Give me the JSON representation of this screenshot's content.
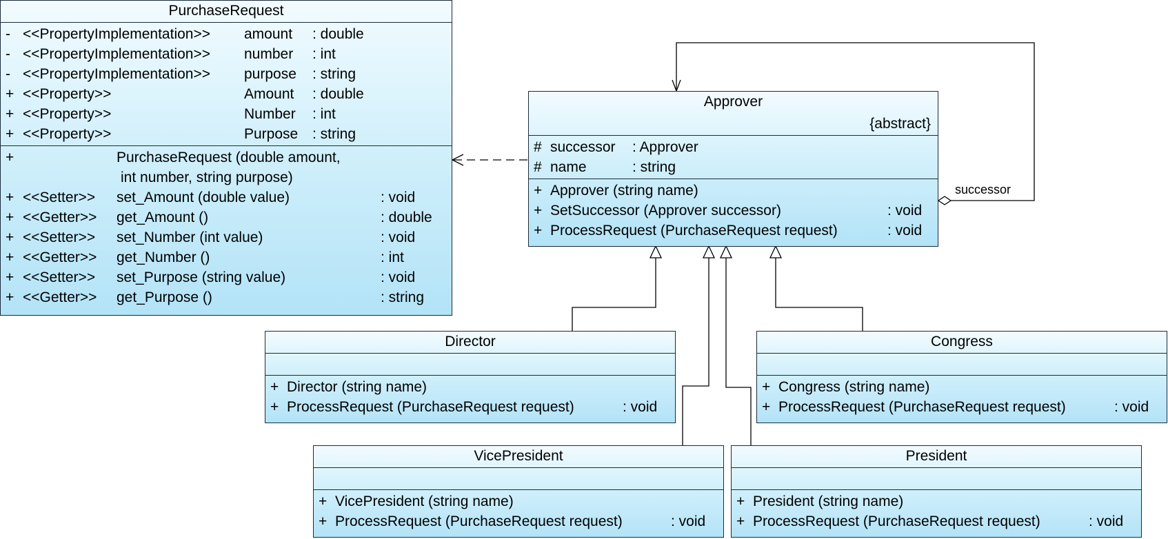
{
  "purchase_request": {
    "name": "PurchaseRequest",
    "attributes": [
      {
        "vis": "-",
        "stereo": "<<PropertyImplementation>>",
        "name": "amount",
        "type": ": double"
      },
      {
        "vis": "-",
        "stereo": "<<PropertyImplementation>>",
        "name": "number",
        "type": ": int"
      },
      {
        "vis": "-",
        "stereo": "<<PropertyImplementation>>",
        "name": "purpose",
        "type": ": string"
      },
      {
        "vis": "+",
        "stereo": "<<Property>>",
        "name": "Amount",
        "type": ": double"
      },
      {
        "vis": "+",
        "stereo": "<<Property>>",
        "name": "Number",
        "type": ": int"
      },
      {
        "vis": "+",
        "stereo": "<<Property>>",
        "name": "Purpose",
        "type": ": string"
      }
    ],
    "constructor": {
      "vis": "+",
      "line1": "PurchaseRequest (double amount,",
      "line2": "int number, string purpose)"
    },
    "methods": [
      {
        "vis": "+",
        "stereo": "<<Setter>>",
        "sig": "set_Amount (double value)",
        "ret": ": void"
      },
      {
        "vis": "+",
        "stereo": "<<Getter>>",
        "sig": "get_Amount ()",
        "ret": ": double"
      },
      {
        "vis": "+",
        "stereo": "<<Setter>>",
        "sig": "set_Number (int value)",
        "ret": ": void"
      },
      {
        "vis": "+",
        "stereo": "<<Getter>>",
        "sig": "get_Number ()",
        "ret": ": int"
      },
      {
        "vis": "+",
        "stereo": "<<Setter>>",
        "sig": "set_Purpose (string value)",
        "ret": ": void"
      },
      {
        "vis": "+",
        "stereo": "<<Getter>>",
        "sig": "get_Purpose ()",
        "ret": ": string"
      }
    ]
  },
  "approver": {
    "name": "Approver",
    "modifier": "{abstract}",
    "attributes": [
      {
        "vis": "#",
        "name": "successor",
        "type": ": Approver"
      },
      {
        "vis": "#",
        "name": "name",
        "type": ": string"
      }
    ],
    "methods": [
      {
        "vis": "+",
        "sig": "Approver (string name)",
        "ret": ""
      },
      {
        "vis": "+",
        "sig": "SetSuccessor (Approver successor)",
        "ret": ": void"
      },
      {
        "vis": "+",
        "sig": "ProcessRequest (PurchaseRequest request)",
        "ret": ": void"
      }
    ],
    "self_association_role": "successor"
  },
  "director": {
    "name": "Director",
    "methods": [
      {
        "vis": "+",
        "sig": "Director (string name)",
        "ret": ""
      },
      {
        "vis": "+",
        "sig": "ProcessRequest (PurchaseRequest request)",
        "ret": ": void"
      }
    ]
  },
  "congress": {
    "name": "Congress",
    "methods": [
      {
        "vis": "+",
        "sig": "Congress (string name)",
        "ret": ""
      },
      {
        "vis": "+",
        "sig": "ProcessRequest (PurchaseRequest request)",
        "ret": ": void"
      }
    ]
  },
  "vice_president": {
    "name": "VicePresident",
    "methods": [
      {
        "vis": "+",
        "sig": "VicePresident (string name)",
        "ret": ""
      },
      {
        "vis": "+",
        "sig": "ProcessRequest (PurchaseRequest request)",
        "ret": ": void"
      }
    ]
  },
  "president": {
    "name": "President",
    "methods": [
      {
        "vis": "+",
        "sig": "President (string name)",
        "ret": ""
      },
      {
        "vis": "+",
        "sig": "ProcessRequest (PurchaseRequest request)",
        "ret": ": void"
      }
    ]
  }
}
